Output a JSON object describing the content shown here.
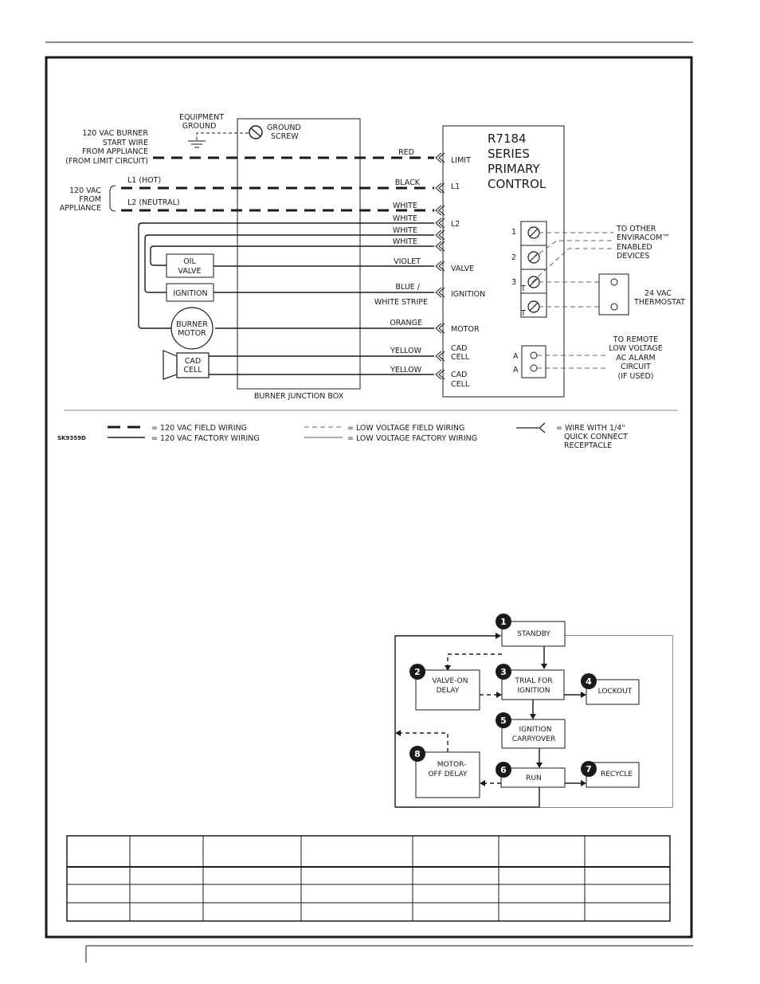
{
  "wiring": {
    "junction_box": "BURNER JUNCTION BOX",
    "equipment_ground": [
      "EQUIPMENT",
      "GROUND"
    ],
    "ground_screw": [
      "GROUND",
      "SCREW"
    ],
    "burner_start": [
      "120 VAC BURNER",
      "START WIRE",
      "FROM APPLIANCE",
      "(FROM LIMIT CIRCUIT)"
    ],
    "supply": [
      "120 VAC",
      "FROM",
      "APPLIANCE"
    ],
    "l1": "L1  (HOT)",
    "l2": "L2  (NEUTRAL)",
    "control_title": [
      "R7184",
      "SERIES",
      "PRIMARY",
      "CONTROL"
    ],
    "wire_colors": {
      "red": "RED",
      "black": "BLACK",
      "white1": "WHITE",
      "white2": "WHITE",
      "white3": "WHITE",
      "white4": "WHITE",
      "violet": "VIOLET",
      "blue": "BLUE  /",
      "white_stripe": "WHITE STRIPE",
      "orange": "ORANGE",
      "yellow1": "YELLOW",
      "yellow2": "YELLOW"
    },
    "terminals": {
      "limit": "LIMIT",
      "l1": "L1",
      "l2": "L2",
      "valve": "VALVE",
      "ignition": "IGNITION",
      "motor": "MOTOR",
      "cad1": [
        "CAD",
        "CELL"
      ],
      "cad2": [
        "CAD",
        "CELL"
      ]
    },
    "devices": {
      "oil_valve": [
        "OIL",
        "VALVE"
      ],
      "ignition": "IGNITION",
      "burner_motor": [
        "BURNER",
        "MOTOR"
      ],
      "cad_cell": [
        "CAD",
        "CELL"
      ]
    },
    "terminal_numbers": [
      "1",
      "2",
      "3",
      "T",
      "T",
      "A",
      "A"
    ],
    "enviracom": [
      "TO  OTHER",
      "ENVIRACOM™",
      "ENABLED",
      "DEVICES"
    ],
    "thermostat": [
      "24  VAC",
      "THERMOSTAT"
    ],
    "alarm": [
      "TO  REMOTE",
      "LOW VOLTAGE",
      "AC  ALARM",
      "CIRCUIT",
      "(IF  USED)"
    ],
    "legend": {
      "field_120": "= 120 VAC  FIELD  WIRING",
      "factory_120": "= 120 VAC  FACTORY  WIRING",
      "field_low": "=  LOW  VOLTAGE  FIELD  WIRING",
      "factory_low": "=  LOW  VOLTAGE  FACTORY  WIRING",
      "quick_connect": [
        "= WIRE  WITH  1/4\"",
        "QUICK  CONNECT",
        "RECEPTACLE"
      ],
      "code": "SK9359D"
    }
  },
  "flowchart": {
    "states": [
      {
        "n": "1",
        "label": [
          "STANDBY"
        ]
      },
      {
        "n": "2",
        "label": [
          "VALVE-ON",
          "DELAY"
        ]
      },
      {
        "n": "3",
        "label": [
          "TRIAL FOR",
          "IGNITION"
        ]
      },
      {
        "n": "4",
        "label": [
          "LOCKOUT"
        ]
      },
      {
        "n": "5",
        "label": [
          "IGNITION",
          "CARRYOVER"
        ]
      },
      {
        "n": "6",
        "label": [
          "RUN"
        ]
      },
      {
        "n": "7",
        "label": [
          "RECYCLE"
        ]
      },
      {
        "n": "8",
        "label": [
          "MOTOR-",
          "OFF DELAY"
        ]
      }
    ]
  }
}
